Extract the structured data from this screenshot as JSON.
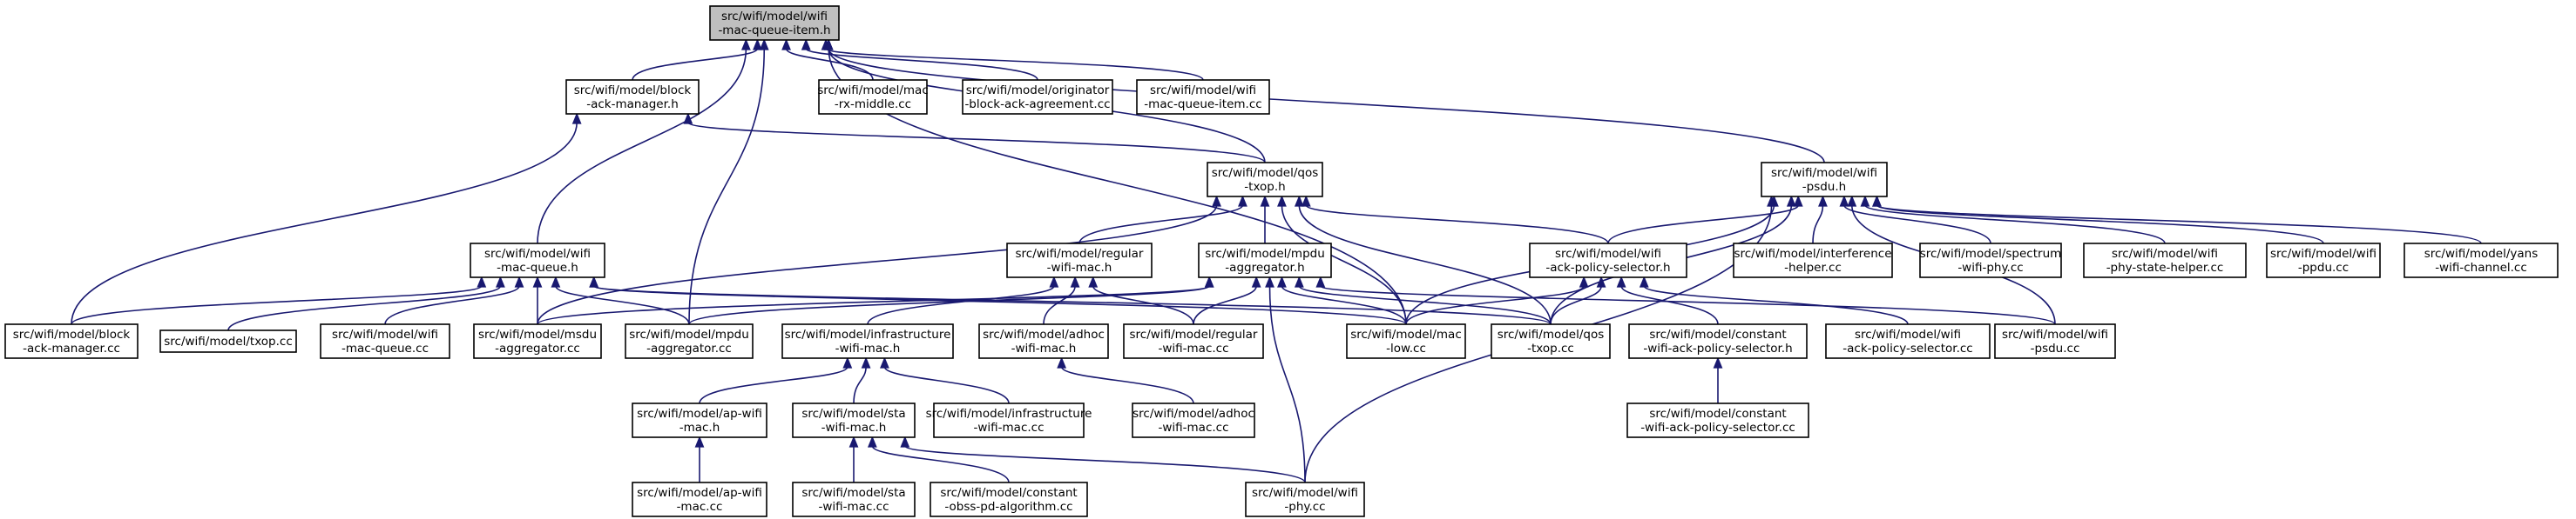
{
  "nodes": [
    {
      "id": "n0",
      "lines": [
        "src/wifi/model/wifi",
        "-mac-queue-item.h"
      ],
      "root": true
    },
    {
      "id": "n1",
      "lines": [
        "src/wifi/model/block",
        "-ack-manager.h"
      ]
    },
    {
      "id": "n2",
      "lines": [
        "src/wifi/model/mac",
        "-rx-middle.cc"
      ]
    },
    {
      "id": "n3",
      "lines": [
        "src/wifi/model/originator",
        "-block-ack-agreement.cc"
      ]
    },
    {
      "id": "n4",
      "lines": [
        "src/wifi/model/wifi",
        "-mac-queue-item.cc"
      ]
    },
    {
      "id": "n5",
      "lines": [
        "src/wifi/model/qos",
        "-txop.h"
      ]
    },
    {
      "id": "n6",
      "lines": [
        "src/wifi/model/wifi",
        "-psdu.h"
      ]
    },
    {
      "id": "n7",
      "lines": [
        "src/wifi/model/wifi",
        "-mac-queue.h"
      ]
    },
    {
      "id": "n8",
      "lines": [
        "src/wifi/model/regular",
        "-wifi-mac.h"
      ]
    },
    {
      "id": "n9",
      "lines": [
        "src/wifi/model/mpdu",
        "-aggregator.h"
      ]
    },
    {
      "id": "n10",
      "lines": [
        "src/wifi/model/wifi",
        "-ack-policy-selector.h"
      ]
    },
    {
      "id": "n11",
      "lines": [
        "src/wifi/model/interference",
        "-helper.cc"
      ]
    },
    {
      "id": "n12",
      "lines": [
        "src/wifi/model/spectrum",
        "-wifi-phy.cc"
      ]
    },
    {
      "id": "n13",
      "lines": [
        "src/wifi/model/wifi",
        "-phy-state-helper.cc"
      ]
    },
    {
      "id": "n14",
      "lines": [
        "src/wifi/model/wifi",
        "-ppdu.cc"
      ]
    },
    {
      "id": "n15",
      "lines": [
        "src/wifi/model/yans",
        "-wifi-channel.cc"
      ]
    },
    {
      "id": "n16",
      "lines": [
        "src/wifi/model/block",
        "-ack-manager.cc"
      ]
    },
    {
      "id": "n17",
      "lines": [
        "src/wifi/model/txop.cc"
      ]
    },
    {
      "id": "n18",
      "lines": [
        "src/wifi/model/wifi",
        "-mac-queue.cc"
      ]
    },
    {
      "id": "n19",
      "lines": [
        "src/wifi/model/msdu",
        "-aggregator.cc"
      ]
    },
    {
      "id": "n20",
      "lines": [
        "src/wifi/model/mpdu",
        "-aggregator.cc"
      ]
    },
    {
      "id": "n21",
      "lines": [
        "src/wifi/model/infrastructure",
        "-wifi-mac.h"
      ]
    },
    {
      "id": "n22",
      "lines": [
        "src/wifi/model/adhoc",
        "-wifi-mac.h"
      ]
    },
    {
      "id": "n23",
      "lines": [
        "src/wifi/model/regular",
        "-wifi-mac.cc"
      ]
    },
    {
      "id": "n24",
      "lines": [
        "src/wifi/model/mac",
        "-low.cc"
      ]
    },
    {
      "id": "n25",
      "lines": [
        "src/wifi/model/qos",
        "-txop.cc"
      ]
    },
    {
      "id": "n26",
      "lines": [
        "src/wifi/model/constant",
        "-wifi-ack-policy-selector.h"
      ]
    },
    {
      "id": "n27",
      "lines": [
        "src/wifi/model/wifi",
        "-ack-policy-selector.cc"
      ]
    },
    {
      "id": "n28",
      "lines": [
        "src/wifi/model/wifi",
        "-psdu.cc"
      ]
    },
    {
      "id": "n29",
      "lines": [
        "src/wifi/model/ap-wifi",
        "-mac.h"
      ]
    },
    {
      "id": "n30",
      "lines": [
        "src/wifi/model/sta",
        "-wifi-mac.h"
      ]
    },
    {
      "id": "n31",
      "lines": [
        "src/wifi/model/infrastructure",
        "-wifi-mac.cc"
      ]
    },
    {
      "id": "n32",
      "lines": [
        "src/wifi/model/adhoc",
        "-wifi-mac.cc"
      ]
    },
    {
      "id": "n33",
      "lines": [
        "src/wifi/model/constant",
        "-wifi-ack-policy-selector.cc"
      ]
    },
    {
      "id": "n34",
      "lines": [
        "src/wifi/model/ap-wifi",
        "-mac.cc"
      ]
    },
    {
      "id": "n35",
      "lines": [
        "src/wifi/model/sta",
        "-wifi-mac.cc"
      ]
    },
    {
      "id": "n36",
      "lines": [
        "src/wifi/model/constant",
        "-obss-pd-algorithm.cc"
      ]
    },
    {
      "id": "n37",
      "lines": [
        "src/wifi/model/wifi",
        "-phy.cc"
      ]
    }
  ],
  "edges": [
    {
      "from": "n1",
      "to": "n0"
    },
    {
      "from": "n2",
      "to": "n0"
    },
    {
      "from": "n3",
      "to": "n0"
    },
    {
      "from": "n4",
      "to": "n0"
    },
    {
      "from": "n5",
      "to": "n0"
    },
    {
      "from": "n6",
      "to": "n0"
    },
    {
      "from": "n7",
      "to": "n0"
    },
    {
      "from": "n20",
      "to": "n0"
    },
    {
      "from": "n24",
      "to": "n0"
    },
    {
      "from": "n16",
      "to": "n1"
    },
    {
      "from": "n5",
      "to": "n1"
    },
    {
      "from": "n8",
      "to": "n5"
    },
    {
      "from": "n9",
      "to": "n5"
    },
    {
      "from": "n10",
      "to": "n5"
    },
    {
      "from": "n19",
      "to": "n5"
    },
    {
      "from": "n24",
      "to": "n5"
    },
    {
      "from": "n25",
      "to": "n5"
    },
    {
      "from": "n10",
      "to": "n6"
    },
    {
      "from": "n11",
      "to": "n6"
    },
    {
      "from": "n12",
      "to": "n6"
    },
    {
      "from": "n13",
      "to": "n6"
    },
    {
      "from": "n14",
      "to": "n6"
    },
    {
      "from": "n15",
      "to": "n6"
    },
    {
      "from": "n24",
      "to": "n6"
    },
    {
      "from": "n25",
      "to": "n6"
    },
    {
      "from": "n28",
      "to": "n6"
    },
    {
      "from": "n37",
      "to": "n6"
    },
    {
      "from": "n16",
      "to": "n7"
    },
    {
      "from": "n17",
      "to": "n7"
    },
    {
      "from": "n18",
      "to": "n7"
    },
    {
      "from": "n19",
      "to": "n7"
    },
    {
      "from": "n20",
      "to": "n7"
    },
    {
      "from": "n24",
      "to": "n7"
    },
    {
      "from": "n25",
      "to": "n7"
    },
    {
      "from": "n21",
      "to": "n8"
    },
    {
      "from": "n22",
      "to": "n8"
    },
    {
      "from": "n23",
      "to": "n8"
    },
    {
      "from": "n19",
      "to": "n9"
    },
    {
      "from": "n20",
      "to": "n9"
    },
    {
      "from": "n23",
      "to": "n9"
    },
    {
      "from": "n24",
      "to": "n9"
    },
    {
      "from": "n25",
      "to": "n9"
    },
    {
      "from": "n28",
      "to": "n9"
    },
    {
      "from": "n37",
      "to": "n9"
    },
    {
      "from": "n24",
      "to": "n10"
    },
    {
      "from": "n25",
      "to": "n10"
    },
    {
      "from": "n26",
      "to": "n10"
    },
    {
      "from": "n27",
      "to": "n10"
    },
    {
      "from": "n29",
      "to": "n21"
    },
    {
      "from": "n30",
      "to": "n21"
    },
    {
      "from": "n31",
      "to": "n21"
    },
    {
      "from": "n32",
      "to": "n22"
    },
    {
      "from": "n33",
      "to": "n26"
    },
    {
      "from": "n34",
      "to": "n29"
    },
    {
      "from": "n35",
      "to": "n30"
    },
    {
      "from": "n36",
      "to": "n30"
    },
    {
      "from": "n37",
      "to": "n30"
    }
  ]
}
